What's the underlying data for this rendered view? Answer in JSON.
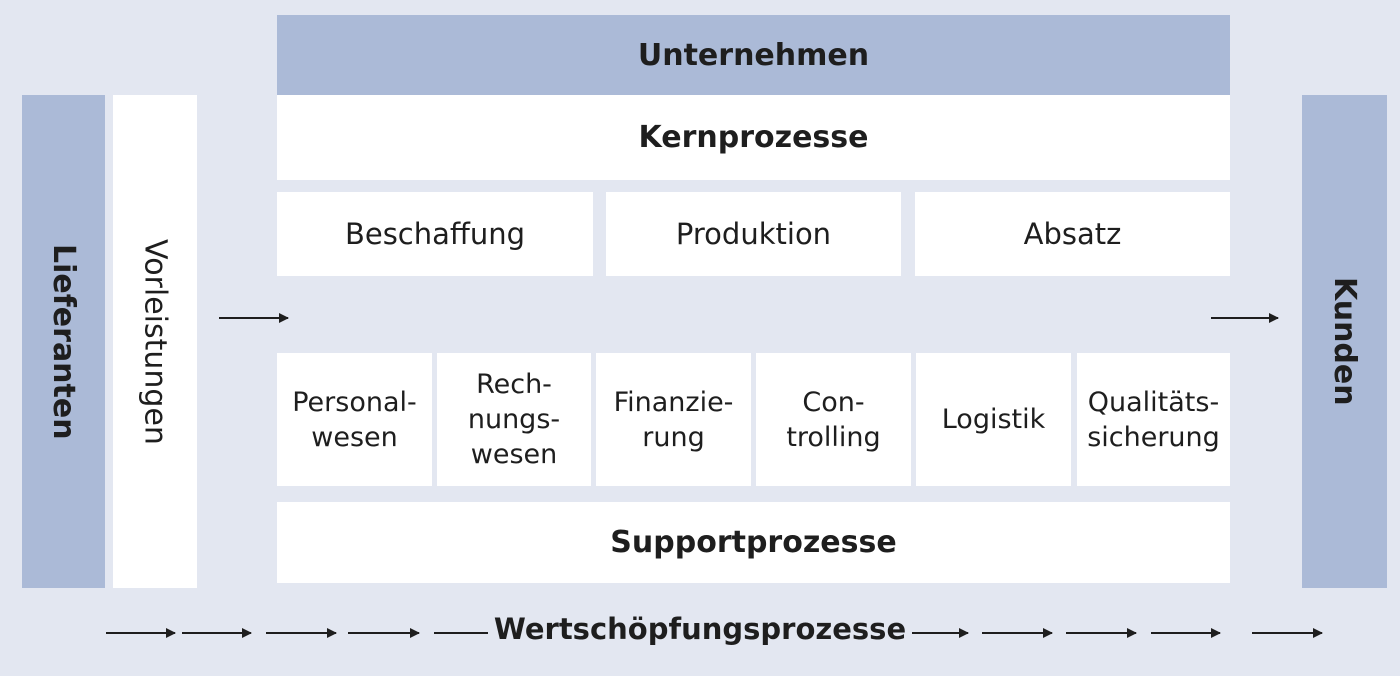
{
  "company": {
    "title": "Unternehmen"
  },
  "suppliers": {
    "label": "Lieferanten"
  },
  "inputs": {
    "label": "Vorleistungen"
  },
  "customers": {
    "label": "Kunden"
  },
  "core": {
    "title": "Kernprozesse",
    "items": [
      "Beschaffung",
      "Produktion",
      "Absatz"
    ]
  },
  "support": {
    "title": "Supportprozesse",
    "items": [
      "Personal-\nwesen",
      "Rech-\nnungs-\nwesen",
      "Finanzie-\nrung",
      "Con-\ntrolling",
      "Logistik",
      "Qualitäts-\nsicherung"
    ]
  },
  "value_chain": {
    "label": "Wertschöpfungsprozesse"
  }
}
